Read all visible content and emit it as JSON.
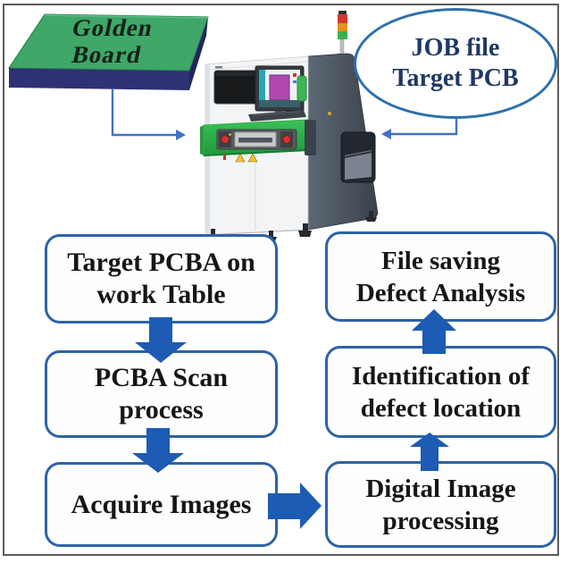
{
  "golden_board": {
    "lines": [
      "Golden",
      "Board"
    ]
  },
  "job_ellipse": {
    "lines": [
      "JOB file",
      "Target PCB"
    ]
  },
  "flow_boxes": [
    {
      "lines": [
        "Target PCBA on",
        "work Table"
      ]
    },
    {
      "lines": [
        "PCBA Scan",
        "process"
      ]
    },
    {
      "lines": [
        "Acquire Images"
      ]
    },
    {
      "lines": [
        "File saving",
        "Defect Analysis"
      ]
    },
    {
      "lines": [
        "Identification of",
        "defect location"
      ]
    },
    {
      "lines": [
        "Digital Image",
        "processing"
      ]
    }
  ],
  "machine": {
    "name": "aoi-pcb-inspection-machine",
    "signal_tower_colors": [
      "#d23a2d",
      "#e2921f",
      "#3fae4c"
    ]
  },
  "colors": {
    "arrow_blue": "#1d5bb5",
    "connector_blue": "#4472c4",
    "box_border_blue": "#2d63a5",
    "ellipse_border_blue": "#2e6fae",
    "text_dark_navy": "#1f3864",
    "board_green": "#3fa768",
    "board_front_navy": "#2e3173",
    "board_side_navy": "#23265c",
    "board_text": "#14211a",
    "machine_band_green": "#31b04a"
  }
}
